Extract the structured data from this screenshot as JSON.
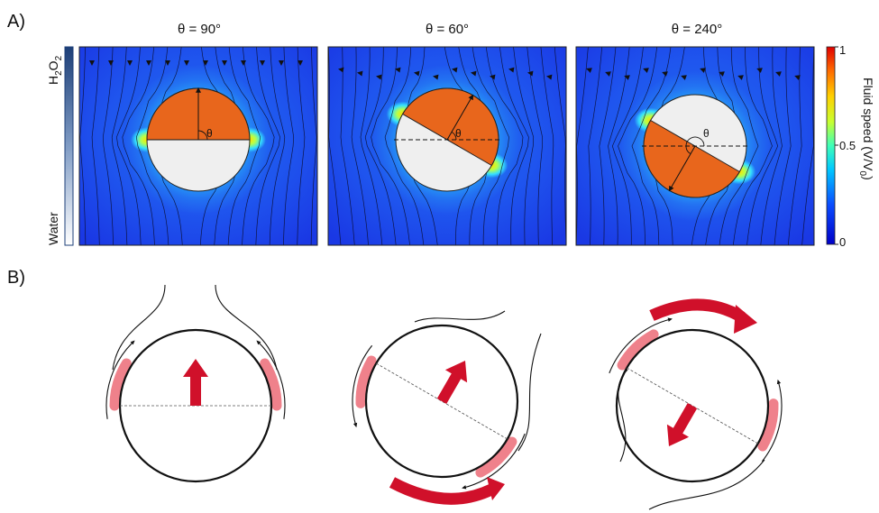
{
  "panel_a_label": "A)",
  "panel_b_label": "B)",
  "simulations": [
    {
      "title": "θ = 90°",
      "angle_deg": 90,
      "theta_symbol": "θ"
    },
    {
      "title": "θ = 60°",
      "angle_deg": 60,
      "theta_symbol": "θ"
    },
    {
      "title": "θ = 240°",
      "angle_deg": 240,
      "theta_symbol": "θ"
    }
  ],
  "concentration_bar": {
    "top_label_main": "H",
    "top_label_sub1": "2",
    "top_label_mid": "O",
    "top_label_sub2": "2",
    "bottom_label": "Water"
  },
  "speed_colorbar": {
    "label": "Fluid speed (V/V",
    "label_sub": "0",
    "label_end": ")",
    "ticks": [
      "1",
      "0.5",
      "0"
    ]
  },
  "schematics": [
    {
      "angle_deg": 90
    },
    {
      "angle_deg": 60
    },
    {
      "angle_deg": 240
    }
  ],
  "colors": {
    "active_cap": "#e8661c",
    "inert_cap": "#efefef",
    "field_low": "#1a30e8",
    "field_mid": "#22b8f0",
    "arrow_red": "#d0102a",
    "grad_top": "#1d3f78"
  }
}
